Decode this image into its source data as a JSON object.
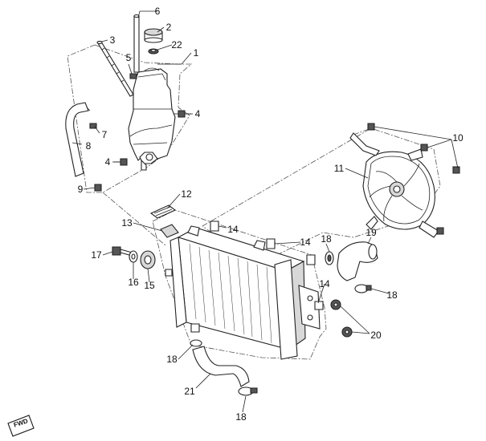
{
  "callouts": [
    {
      "id": "1",
      "text": "1"
    },
    {
      "id": "2",
      "text": "2"
    },
    {
      "id": "3",
      "text": "3"
    },
    {
      "id": "4a",
      "text": "4"
    },
    {
      "id": "4b",
      "text": "4"
    },
    {
      "id": "5",
      "text": "5"
    },
    {
      "id": "6",
      "text": "6"
    },
    {
      "id": "7",
      "text": "7"
    },
    {
      "id": "8",
      "text": "8"
    },
    {
      "id": "9",
      "text": "9"
    },
    {
      "id": "10",
      "text": "10"
    },
    {
      "id": "11",
      "text": "11"
    },
    {
      "id": "12",
      "text": "12"
    },
    {
      "id": "13",
      "text": "13"
    },
    {
      "id": "14a",
      "text": "14"
    },
    {
      "id": "14b",
      "text": "14"
    },
    {
      "id": "14c",
      "text": "14"
    },
    {
      "id": "15",
      "text": "15"
    },
    {
      "id": "16",
      "text": "16"
    },
    {
      "id": "17",
      "text": "17"
    },
    {
      "id": "18a",
      "text": "18"
    },
    {
      "id": "18b",
      "text": "18"
    },
    {
      "id": "18c",
      "text": "18"
    },
    {
      "id": "18d",
      "text": "18"
    },
    {
      "id": "19",
      "text": "19"
    },
    {
      "id": "20",
      "text": "20"
    },
    {
      "id": "21",
      "text": "21"
    },
    {
      "id": "22",
      "text": "22"
    }
  ],
  "fwd_badge": {
    "text": "FWD"
  }
}
